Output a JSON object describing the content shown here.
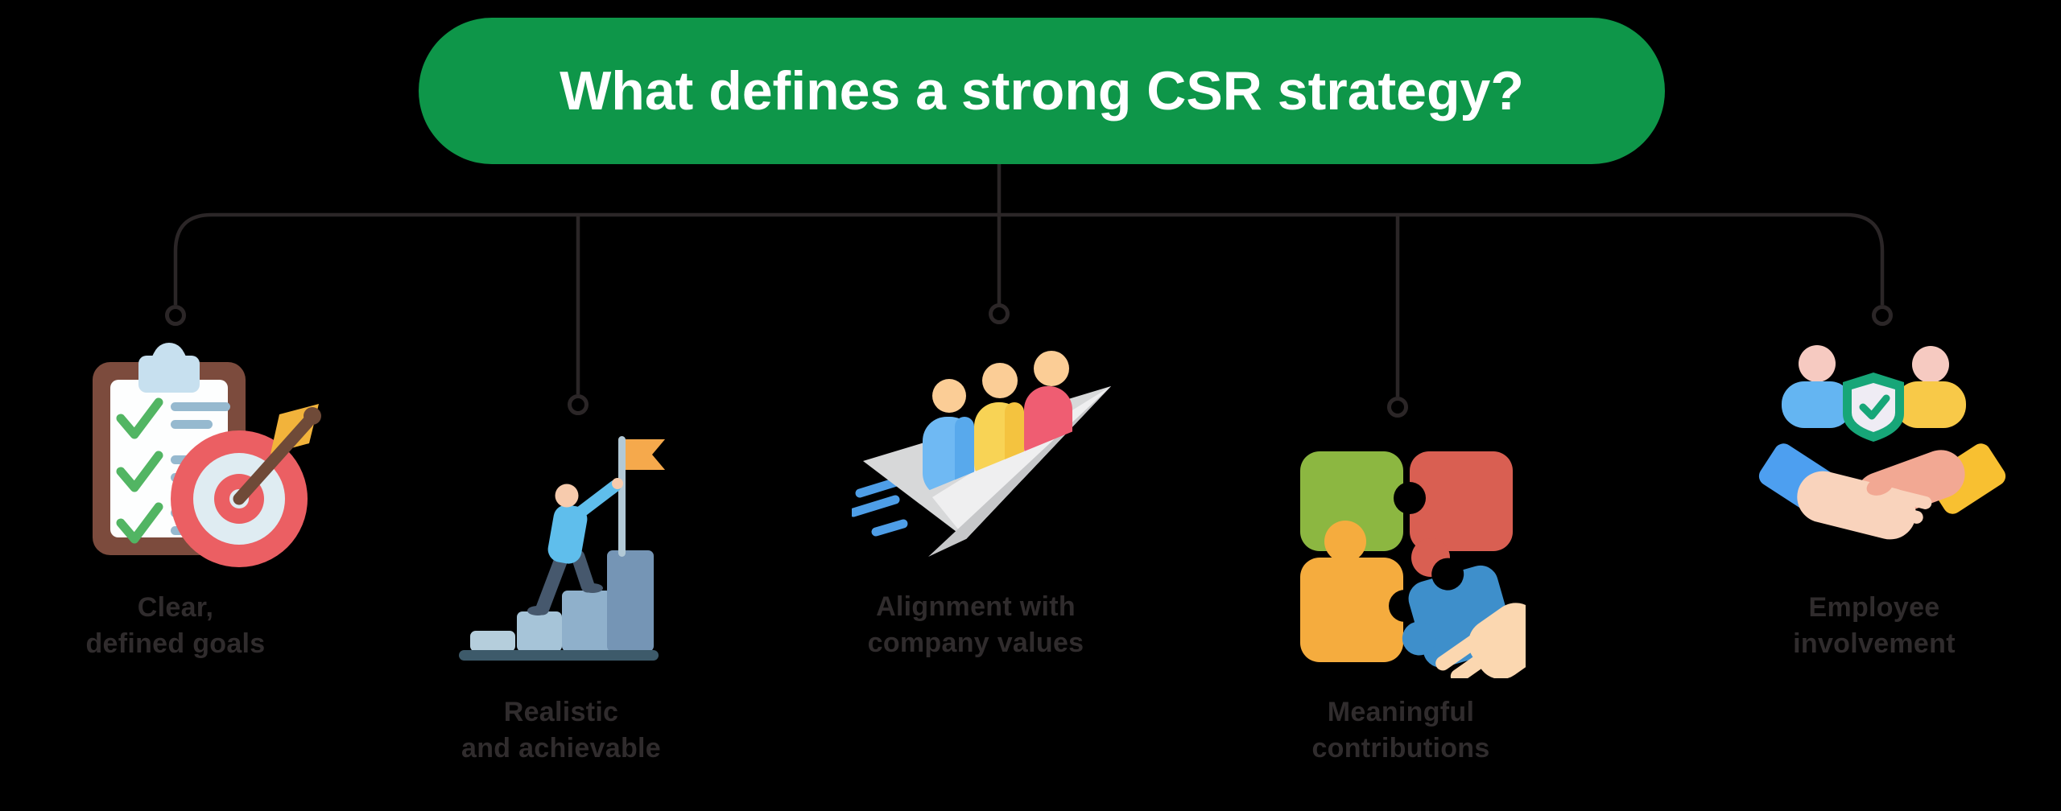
{
  "title": {
    "text": "What defines a strong CSR strategy?"
  },
  "colors": {
    "background": "#000000",
    "title_pill_green": "#0E9649",
    "title_text": "#FFFFFF",
    "connector_line": "#2B2627",
    "label_text": "#302C2D",
    "target_red": "#EB5F63",
    "check_green": "#52B563",
    "shield_green": "#17A678",
    "flag_orange": "#F5A94C",
    "puzzle_green": "#8CB741",
    "puzzle_red": "#D95F52",
    "puzzle_yellow": "#F5AC3E",
    "puzzle_blue": "#3E8FCB"
  },
  "branches": [
    {
      "icon": "clipboard-checklist-target-icon",
      "label_line1": "Clear,",
      "label_line2": "defined goals"
    },
    {
      "icon": "person-climbing-steps-flag-icon",
      "label_line1": "Realistic",
      "label_line2": "and achievable"
    },
    {
      "icon": "paper-plane-team-icon",
      "label_line1": "Alignment with",
      "label_line2": "company values"
    },
    {
      "icon": "puzzle-pieces-hand-icon",
      "label_line1": "Meaningful",
      "label_line2": "contributions"
    },
    {
      "icon": "team-shield-handshake-icon",
      "label_line1": "Employee",
      "label_line2": "involvement"
    }
  ]
}
